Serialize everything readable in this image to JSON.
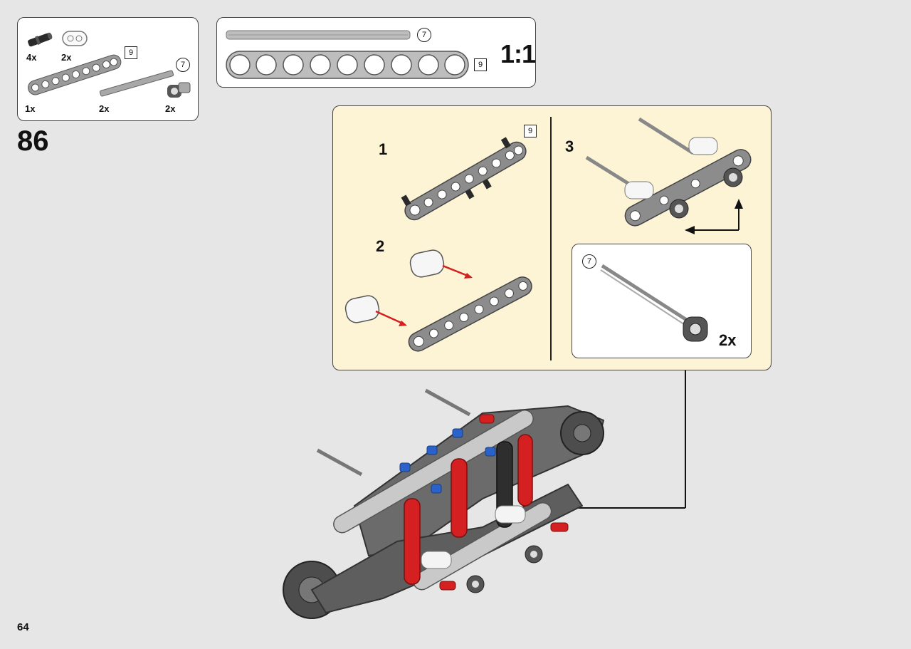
{
  "parts_list": {
    "items": [
      {
        "name": "black-pin",
        "qty": "4x"
      },
      {
        "name": "white-connector",
        "qty": "2x"
      },
      {
        "name": "beam-9",
        "qty": "1x",
        "size": "9"
      },
      {
        "name": "axle-7",
        "qty": "2x",
        "size": "7"
      },
      {
        "name": "axle-connector",
        "qty": "2x"
      }
    ]
  },
  "scale_box": {
    "axle_size": "7",
    "beam_size": "9",
    "scale_label": "1:1"
  },
  "step": {
    "number": "86"
  },
  "callout": {
    "sub1": {
      "label": "1",
      "beam_size": "9"
    },
    "sub2": {
      "label": "2"
    },
    "sub3": {
      "label": "3"
    },
    "subassembly": {
      "axle_size": "7",
      "multiplier": "2x"
    }
  },
  "page": {
    "number": "64"
  },
  "colors": {
    "background": "#e6e6e6",
    "callout_bg": "#fdf4d6",
    "part_grey": "#8c8c8c",
    "red": "#d42020",
    "blue": "#2a62c9"
  }
}
